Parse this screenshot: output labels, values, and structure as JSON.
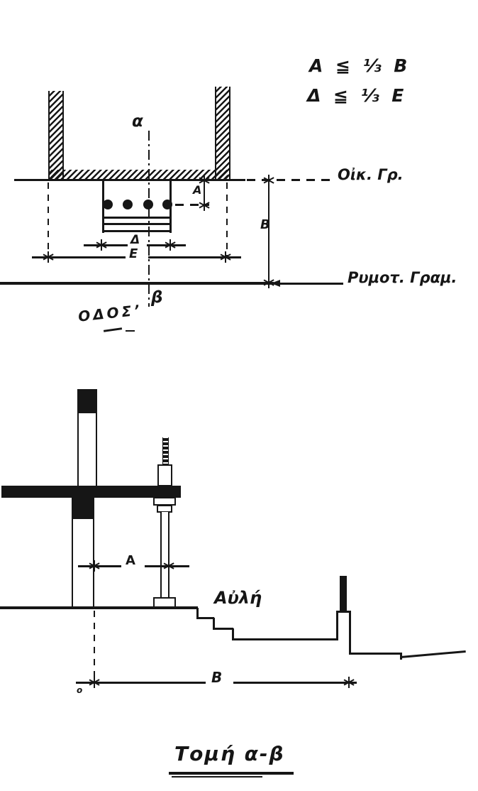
{
  "colors": {
    "ink": "#161616",
    "paper": "#ffffff"
  },
  "formulas": {
    "rule1": "Α ≦ ⅓ Β",
    "rule2": "Δ ≦ ⅓ Ε"
  },
  "plan": {
    "axis_top_label": "α",
    "axis_bottom_label": "β",
    "building_line_label": "Οἰκ. Γρ.",
    "street_line_label": "Ρυμοτ. Γραμ.",
    "street_label": "ΟΔΟΣ’",
    "dim_a_label": "Α",
    "dim_b_label": "Β",
    "dim_delta_label": "Δ",
    "dim_e_label": "Ε"
  },
  "section": {
    "courtyard_label": "Αὐλή",
    "dim_a_label": "Α",
    "dim_b_label": "Β",
    "corner_mark": "o"
  },
  "caption": "Τομή α-β"
}
